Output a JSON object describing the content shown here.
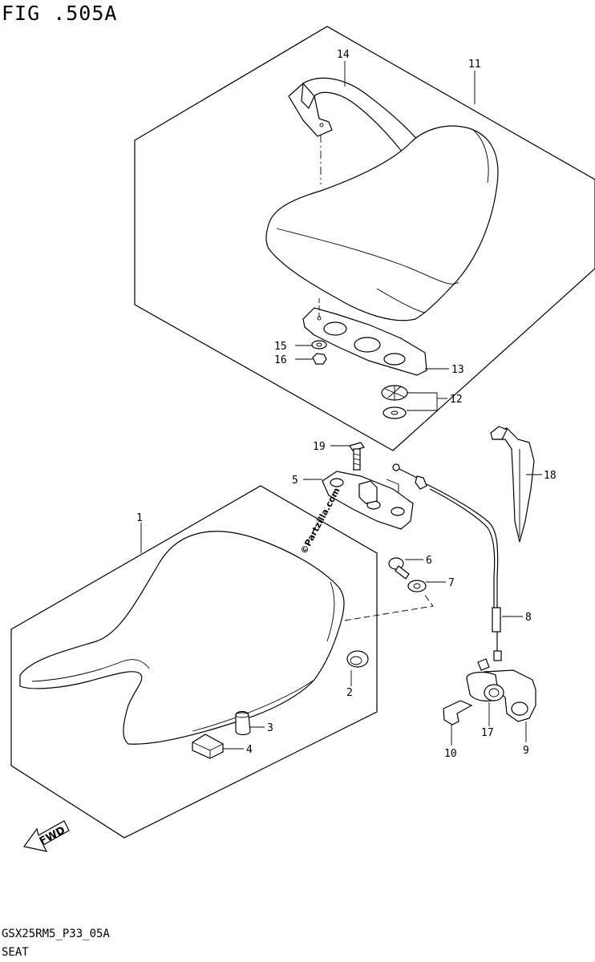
{
  "figure": {
    "title": "FIG .505A",
    "code": "GSX25RM5_P33_05A",
    "name": "SEAT"
  },
  "watermark": "©Partzilla.com",
  "fwd_label": "FWD",
  "callouts": {
    "c1": "1",
    "c2": "2",
    "c3": "3",
    "c4": "4",
    "c5": "5",
    "c6": "6",
    "c7": "7",
    "c8": "8",
    "c9": "9",
    "c10": "10",
    "c11": "11",
    "c12": "12",
    "c13": "13",
    "c14": "14",
    "c15": "15",
    "c16": "16",
    "c17": "17",
    "c18": "18",
    "c19": "19"
  }
}
